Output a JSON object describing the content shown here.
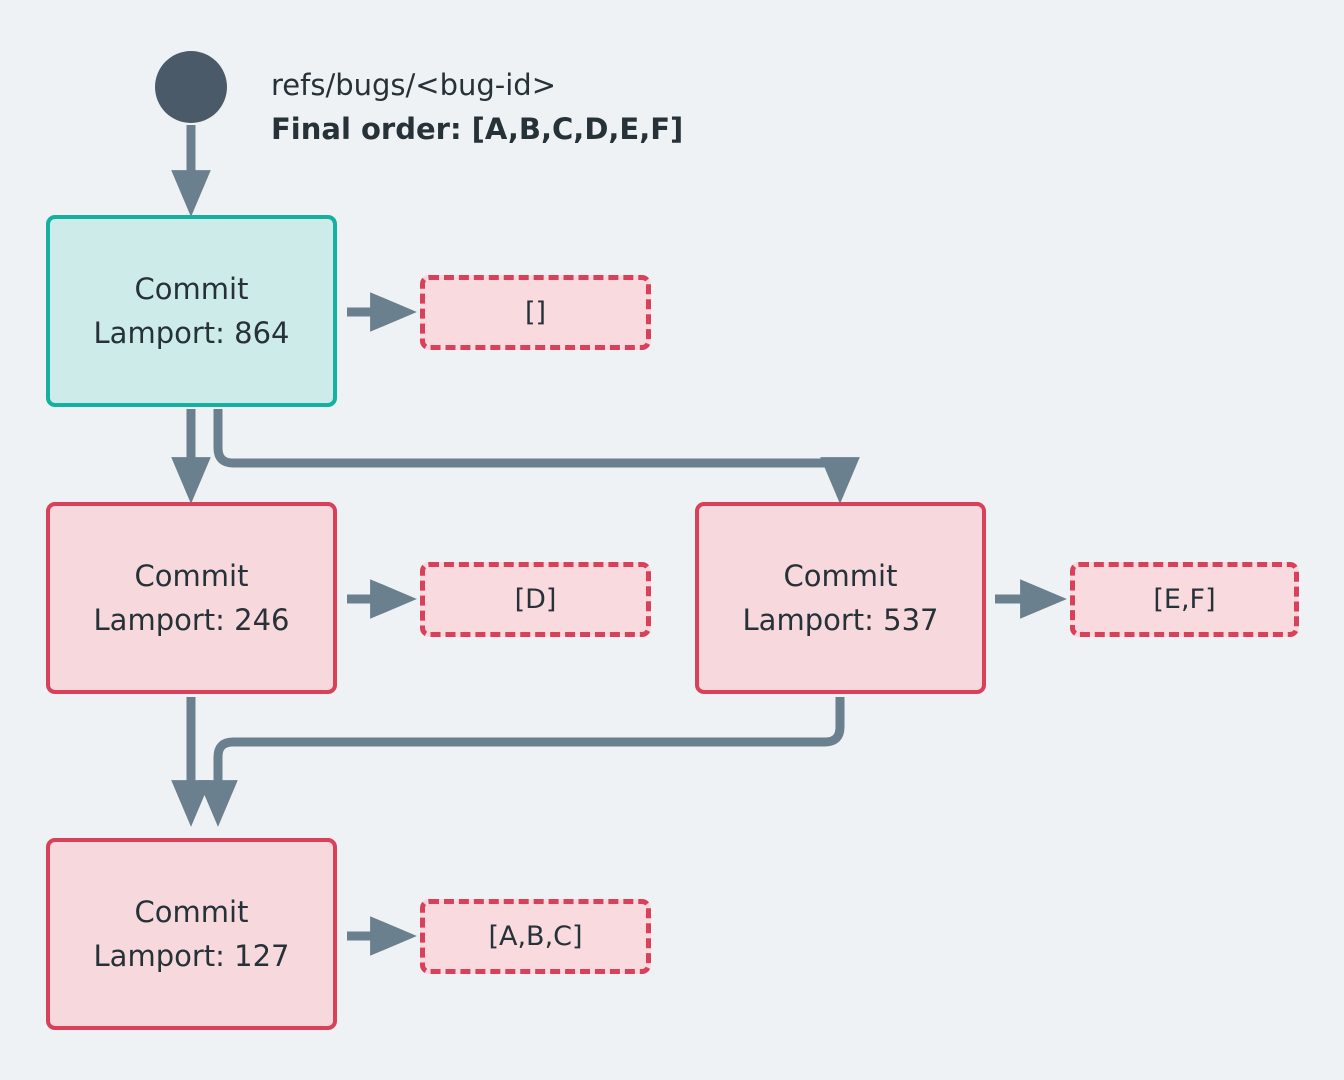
{
  "diagram": {
    "type": "flowchart",
    "title_ref": "refs/bugs/<bug-id>",
    "final_order_label": "Final order: [A,B,C,D,E,F]",
    "colors": {
      "background": "#eff2f5",
      "head_fill": "#cdebe8",
      "head_border": "#14b0a0",
      "commit_fill": "#f7d8dd",
      "commit_border": "#d9415a",
      "payload_fill": "#f9dade",
      "payload_border": "#d9415a",
      "edge": "#6b808e",
      "start_dot": "#4a5a68",
      "text": "#263238"
    },
    "start_node": {
      "name": "start-dot"
    },
    "nodes": [
      {
        "id": "head",
        "kind": "head",
        "title": "Commit",
        "detail": "Lamport: 864",
        "lamport": 864,
        "payload": "[]"
      },
      {
        "id": "c246",
        "kind": "commit",
        "title": "Commit",
        "detail": "Lamport: 246",
        "lamport": 246,
        "payload": "[D]"
      },
      {
        "id": "c537",
        "kind": "commit",
        "title": "Commit",
        "detail": "Lamport: 537",
        "lamport": 537,
        "payload": "[E,F]"
      },
      {
        "id": "c127",
        "kind": "commit",
        "title": "Commit",
        "detail": "Lamport: 127",
        "lamport": 127,
        "payload": "[A,B,C]"
      }
    ],
    "edges": [
      {
        "from": "start",
        "to": "head"
      },
      {
        "from": "head",
        "to": "c246"
      },
      {
        "from": "head",
        "to": "c537"
      },
      {
        "from": "c246",
        "to": "c127"
      },
      {
        "from": "c537",
        "to": "c127"
      },
      {
        "from": "head",
        "to": "payload-head"
      },
      {
        "from": "c246",
        "to": "payload-c246"
      },
      {
        "from": "c537",
        "to": "payload-c537"
      },
      {
        "from": "c127",
        "to": "payload-c127"
      }
    ]
  }
}
